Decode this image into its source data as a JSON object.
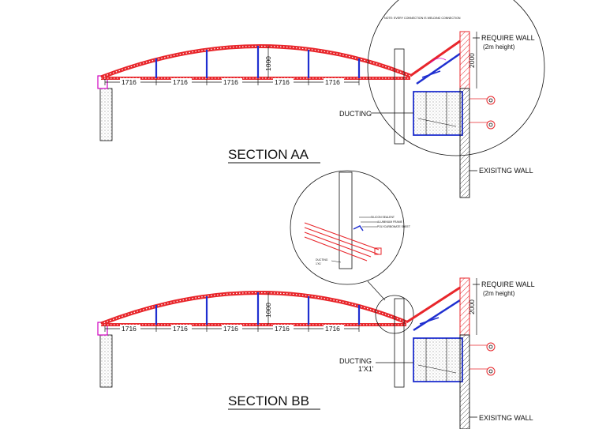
{
  "section_aa": {
    "title": "SECTION AA",
    "bay_dims": [
      "1716",
      "1716",
      "1716",
      "1716",
      "1716"
    ],
    "rise_dim": "1000",
    "ducting": "DUCTING",
    "note": "NOTE: EVERY CONNECTION IS WELDING CONNECTION",
    "require_wall": "REQUIRE WALL",
    "require_wall_sub": "(2m height)",
    "wall_dim": "2000",
    "existing_wall": "EXISITNG WALL"
  },
  "section_bb": {
    "title": "SECTION BB",
    "bay_dims": [
      "1716",
      "1716",
      "1716",
      "1716",
      "1716"
    ],
    "rise_dim": "1000",
    "ducting": "DUCTING",
    "ducting_size": "1'X1'",
    "require_wall": "REQUIRE WALL",
    "require_wall_sub": "(2m height)",
    "wall_dim": "2000",
    "existing_wall": "EXISITNG WALL"
  },
  "detail_callout": {
    "label_1": "SILICON SEALENT",
    "label_2": "ALUMINIUM FRAME",
    "label_3": "POLYCARBONATE SHEET",
    "label_4": "DUCTING",
    "label_5": "1'X1'"
  },
  "colors": {
    "steel_red": "#e8262b",
    "post_blue": "#1f2fd0",
    "ink": "#111111"
  }
}
